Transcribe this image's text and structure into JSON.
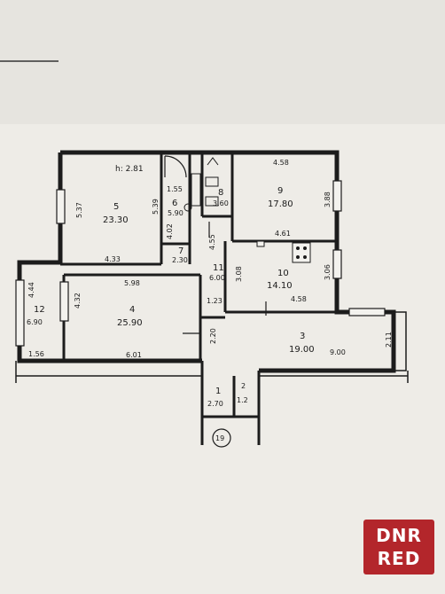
{
  "plan": {
    "ceiling_height": "h: 2.81",
    "rooms": [
      {
        "id": "room-5",
        "num": "5",
        "area": "23.30"
      },
      {
        "id": "room-6",
        "num": "6",
        "area": "5.90"
      },
      {
        "id": "room-7",
        "num": "7",
        "area": "2.30"
      },
      {
        "id": "room-8",
        "num": "8",
        "area": "3.60"
      },
      {
        "id": "room-9",
        "num": "9",
        "area": "17.80"
      },
      {
        "id": "room-10",
        "num": "10",
        "area": "14.10"
      },
      {
        "id": "room-11",
        "num": "11",
        "area": "6.00"
      },
      {
        "id": "room-4",
        "num": "4",
        "area": "25.90"
      },
      {
        "id": "room-12",
        "num": "12",
        "area": "6.90"
      },
      {
        "id": "room-3",
        "num": "3",
        "area": "19.00"
      },
      {
        "id": "room-1",
        "num": "1",
        "area": "2.70"
      },
      {
        "id": "room-2",
        "num": "2",
        "area": "1.2"
      }
    ],
    "dimensions": {
      "d_5_37": "5.37",
      "d_5_39": "5.39",
      "d_4_33": "4.33",
      "d_1_55": "1.55",
      "d_4_02": "4.02",
      "d_4_58_top": "4.58",
      "d_3_88": "3.88",
      "d_4_61": "4.61",
      "d_4_55": "4.55",
      "d_3_08": "3.08",
      "d_3_06": "3.06",
      "d_4_58_bot": "4.58",
      "d_1_23": "1.23",
      "d_5_98": "5.98",
      "d_4_32": "4.32",
      "d_4_44": "4.44",
      "d_1_56": "1.56",
      "d_6_01": "6.01",
      "d_2_20": "2.20",
      "d_2_11": "2.11",
      "d_9_00": "9.00",
      "d_1_9": "19"
    }
  },
  "watermark": {
    "line1": "DNR",
    "line2": "RED"
  },
  "colors": {
    "wall": "#1c1c1c",
    "paper": "#f3f2ee",
    "logo": "#b3262b"
  }
}
